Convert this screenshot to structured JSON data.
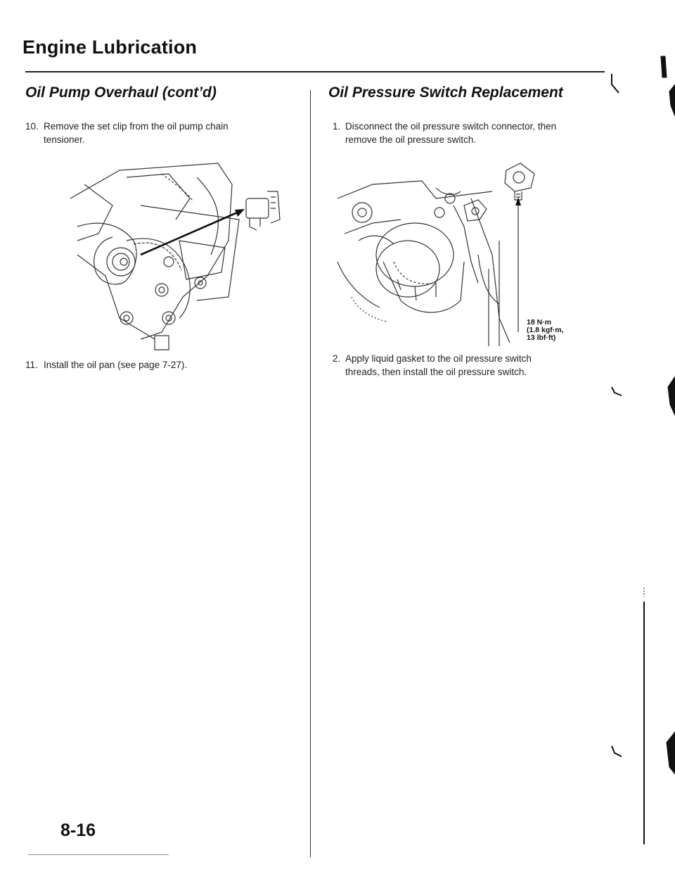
{
  "page": {
    "title": "Engine Lubrication",
    "number": "8-16"
  },
  "left": {
    "section_title": "Oil Pump Overhaul (cont’d)",
    "steps": [
      {
        "num": "10.",
        "lines": [
          "Remove the set clip from the oil pump chain",
          "tensioner."
        ]
      },
      {
        "num": "11.",
        "lines": [
          "Install the oil pan (see page 7-27)."
        ]
      }
    ]
  },
  "right": {
    "section_title": "Oil Pressure Switch Replacement",
    "steps": [
      {
        "num": "1.",
        "lines": [
          "Disconnect the oil pressure switch connector, then",
          "remove the oil pressure switch."
        ]
      },
      {
        "num": "2.",
        "lines": [
          "Apply liquid gasket to the oil pressure switch",
          "threads, then install the oil pressure switch."
        ]
      }
    ],
    "torque_lines": [
      "18 N·m",
      "(1.8 kgf·m,",
      "13 lbf·ft)"
    ]
  }
}
